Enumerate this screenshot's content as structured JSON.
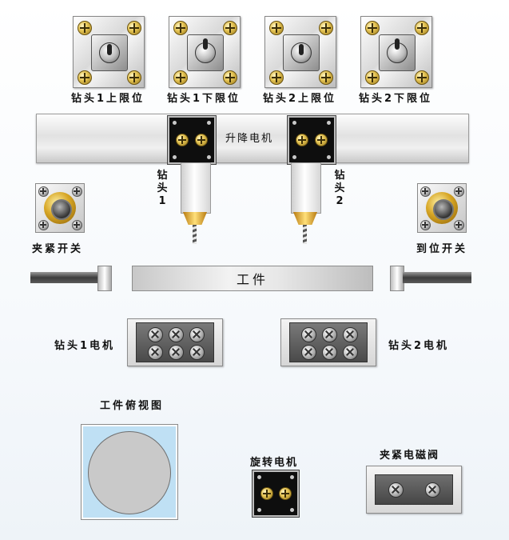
{
  "limit_switches": [
    {
      "label": "钻头1上限位",
      "lever": "up"
    },
    {
      "label": "钻头1下限位",
      "lever": "down"
    },
    {
      "label": "钻头2上限位",
      "lever": "up"
    },
    {
      "label": "钻头2下限位",
      "lever": "down"
    }
  ],
  "lift_motor": {
    "label": "升降电机"
  },
  "drill_heads": [
    {
      "label": "钻头1"
    },
    {
      "label": "钻头2"
    }
  ],
  "clamp_switch": {
    "label": "夹紧开关"
  },
  "in_position_switch": {
    "label": "到位开关"
  },
  "workpiece": {
    "label": "工件"
  },
  "drill_motors": [
    {
      "label": "钻头1电机"
    },
    {
      "label": "钻头2电机"
    }
  ],
  "top_view": {
    "label": "工件俯视图"
  },
  "rotary_motor": {
    "label": "旋转电机"
  },
  "clamp_valve": {
    "label": "夹紧电磁阀"
  },
  "colors": {
    "brass": "#d7a625",
    "motor_black": "#0e0e0e",
    "top_view_bg": "#bfe0f4",
    "disk": "#c9c9c9"
  }
}
